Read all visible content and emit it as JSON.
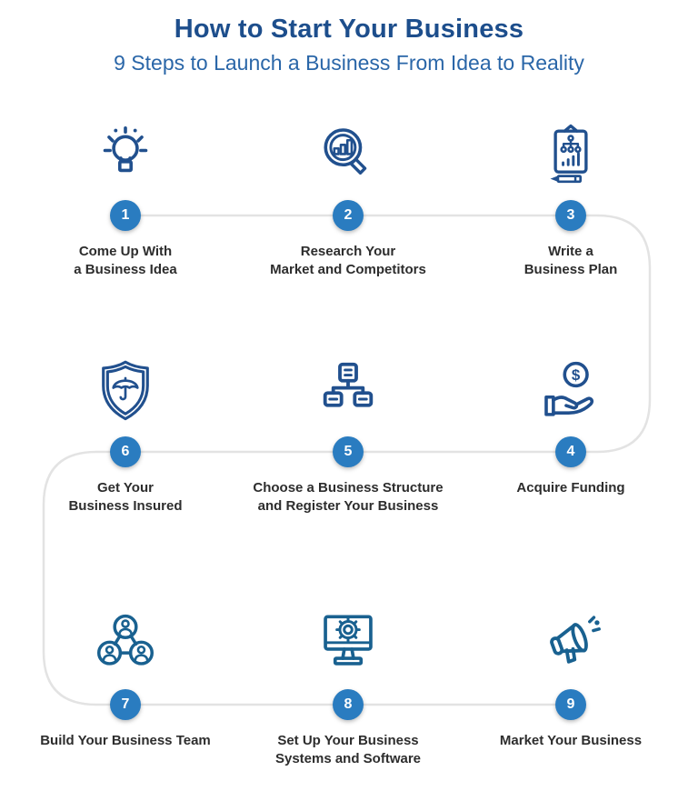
{
  "header": {
    "title": "How to Start Your Business",
    "subtitle": "9 Steps to Launch a Business From Idea to Reality"
  },
  "colors": {
    "background": "#ffffff",
    "title": "#1d4e8c",
    "subtitle": "#2a66a8",
    "icon-navy": "#21508e",
    "icon-steel": "#196190",
    "circle": "#2a7cc0",
    "circle-text": "#ffffff",
    "line": "#e3e3e3",
    "label": "#2d2d2d"
  },
  "steps": [
    {
      "number": "1",
      "icon": "lightbulb-icon",
      "lines": [
        "Come Up With",
        "a Business Idea"
      ]
    },
    {
      "number": "2",
      "icon": "magnifier-bar-chart-icon",
      "lines": [
        "Research Your",
        "Market and Competitors"
      ]
    },
    {
      "number": "3",
      "icon": "clipboard-plan-icon",
      "lines": [
        "Write a",
        "Business Plan"
      ]
    },
    {
      "number": "4",
      "icon": "hand-coin-icon",
      "lines": [
        "Acquire Funding"
      ]
    },
    {
      "number": "5",
      "icon": "org-structure-icon",
      "lines": [
        "Choose a Business Structure",
        "and Register Your Business"
      ]
    },
    {
      "number": "6",
      "icon": "shield-umbrella-icon",
      "lines": [
        "Get Your",
        "Business Insured"
      ]
    },
    {
      "number": "7",
      "icon": "team-network-icon",
      "lines": [
        "Build Your Business Team"
      ]
    },
    {
      "number": "8",
      "icon": "computer-gear-icon",
      "lines": [
        "Set Up Your Business",
        "Systems and Software"
      ]
    },
    {
      "number": "9",
      "icon": "megaphone-icon",
      "lines": [
        "Market Your Business"
      ]
    }
  ]
}
